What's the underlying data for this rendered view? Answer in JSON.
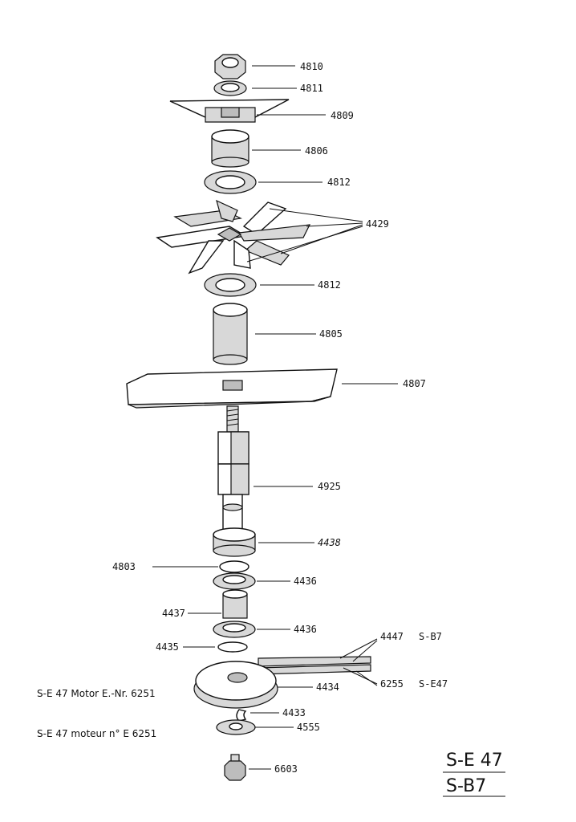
{
  "parts": {
    "p4810": "4810",
    "p4811": "4811",
    "p4809": "4809",
    "p4806": "4806",
    "p4812a": "4812",
    "p4429": "4429",
    "p4812b": "4812",
    "p4805": "4805",
    "p4807": "4807",
    "p4925": "4925",
    "p4438": "4438",
    "p4803": "4803",
    "p4436a": "4436",
    "p4437": "4437",
    "p4436b": "4436",
    "p4447": "4447",
    "p4447_variant": "S-B7",
    "p4435": "4435",
    "p6255": "6255",
    "p6255_variant": "S-E47",
    "p4434": "4434",
    "p4433": "4433",
    "p4555": "4555",
    "p6603": "6603"
  },
  "notes": {
    "motor_de": "S-E 47  Motor  E.-Nr. 6251",
    "motor_fr": "S-E 47  moteur   n° E 6251"
  },
  "models": {
    "model1": "S-E 47",
    "model2": "S-B7"
  }
}
